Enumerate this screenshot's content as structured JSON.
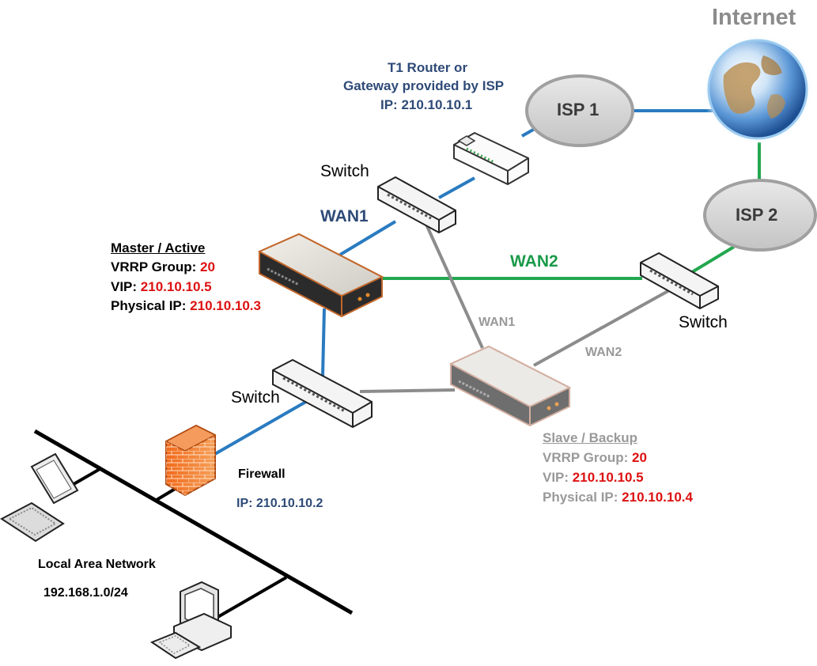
{
  "colors": {
    "wan1_link": "#2a7bc0",
    "wan2_link": "#22a74f",
    "backup_link": "#8c8c8c",
    "ip_value": "#dd1111",
    "heading_blue": "#2e4a77",
    "internet_text": "#8c8c8c"
  },
  "internet": {
    "label": "Internet"
  },
  "isp1": {
    "label": "ISP 1"
  },
  "isp2": {
    "label": "ISP 2"
  },
  "router": {
    "line1": "T1 Router or",
    "line2": "Gateway provided by ISP",
    "ip": "IP: 210.10.10.1"
  },
  "switch_labels": {
    "top": "Switch",
    "right": "Switch",
    "left": "Switch"
  },
  "links": {
    "wan1_master": "WAN1",
    "wan2_master": "WAN2",
    "wan1_backup": "WAN1",
    "wan2_backup": "WAN2"
  },
  "master": {
    "title": "Master / Active",
    "group_key": "VRRP Group: ",
    "group_val": "20",
    "vip_key": "VIP: ",
    "vip_val": "210.10.10.5",
    "phys_key": "Physical IP: ",
    "phys_val": "210.10.10.3"
  },
  "backup": {
    "title": "Slave / Backup",
    "group_key": "VRRP Group: ",
    "group_val": "20",
    "vip_key": "VIP: ",
    "vip_val": "210.10.10.5",
    "phys_key": "Physical IP: ",
    "phys_val": "210.10.10.4"
  },
  "firewall": {
    "label": "Firewall",
    "ip": "IP: 210.10.10.2"
  },
  "lan": {
    "label": "Local Area Network",
    "subnet": "192.168.1.0/24"
  },
  "icons": [
    "globe-icon",
    "router-icon",
    "switch-icon",
    "vrrp-appliance-icon",
    "firewall-icon",
    "laptop-icon",
    "desktop-computer-icon"
  ]
}
